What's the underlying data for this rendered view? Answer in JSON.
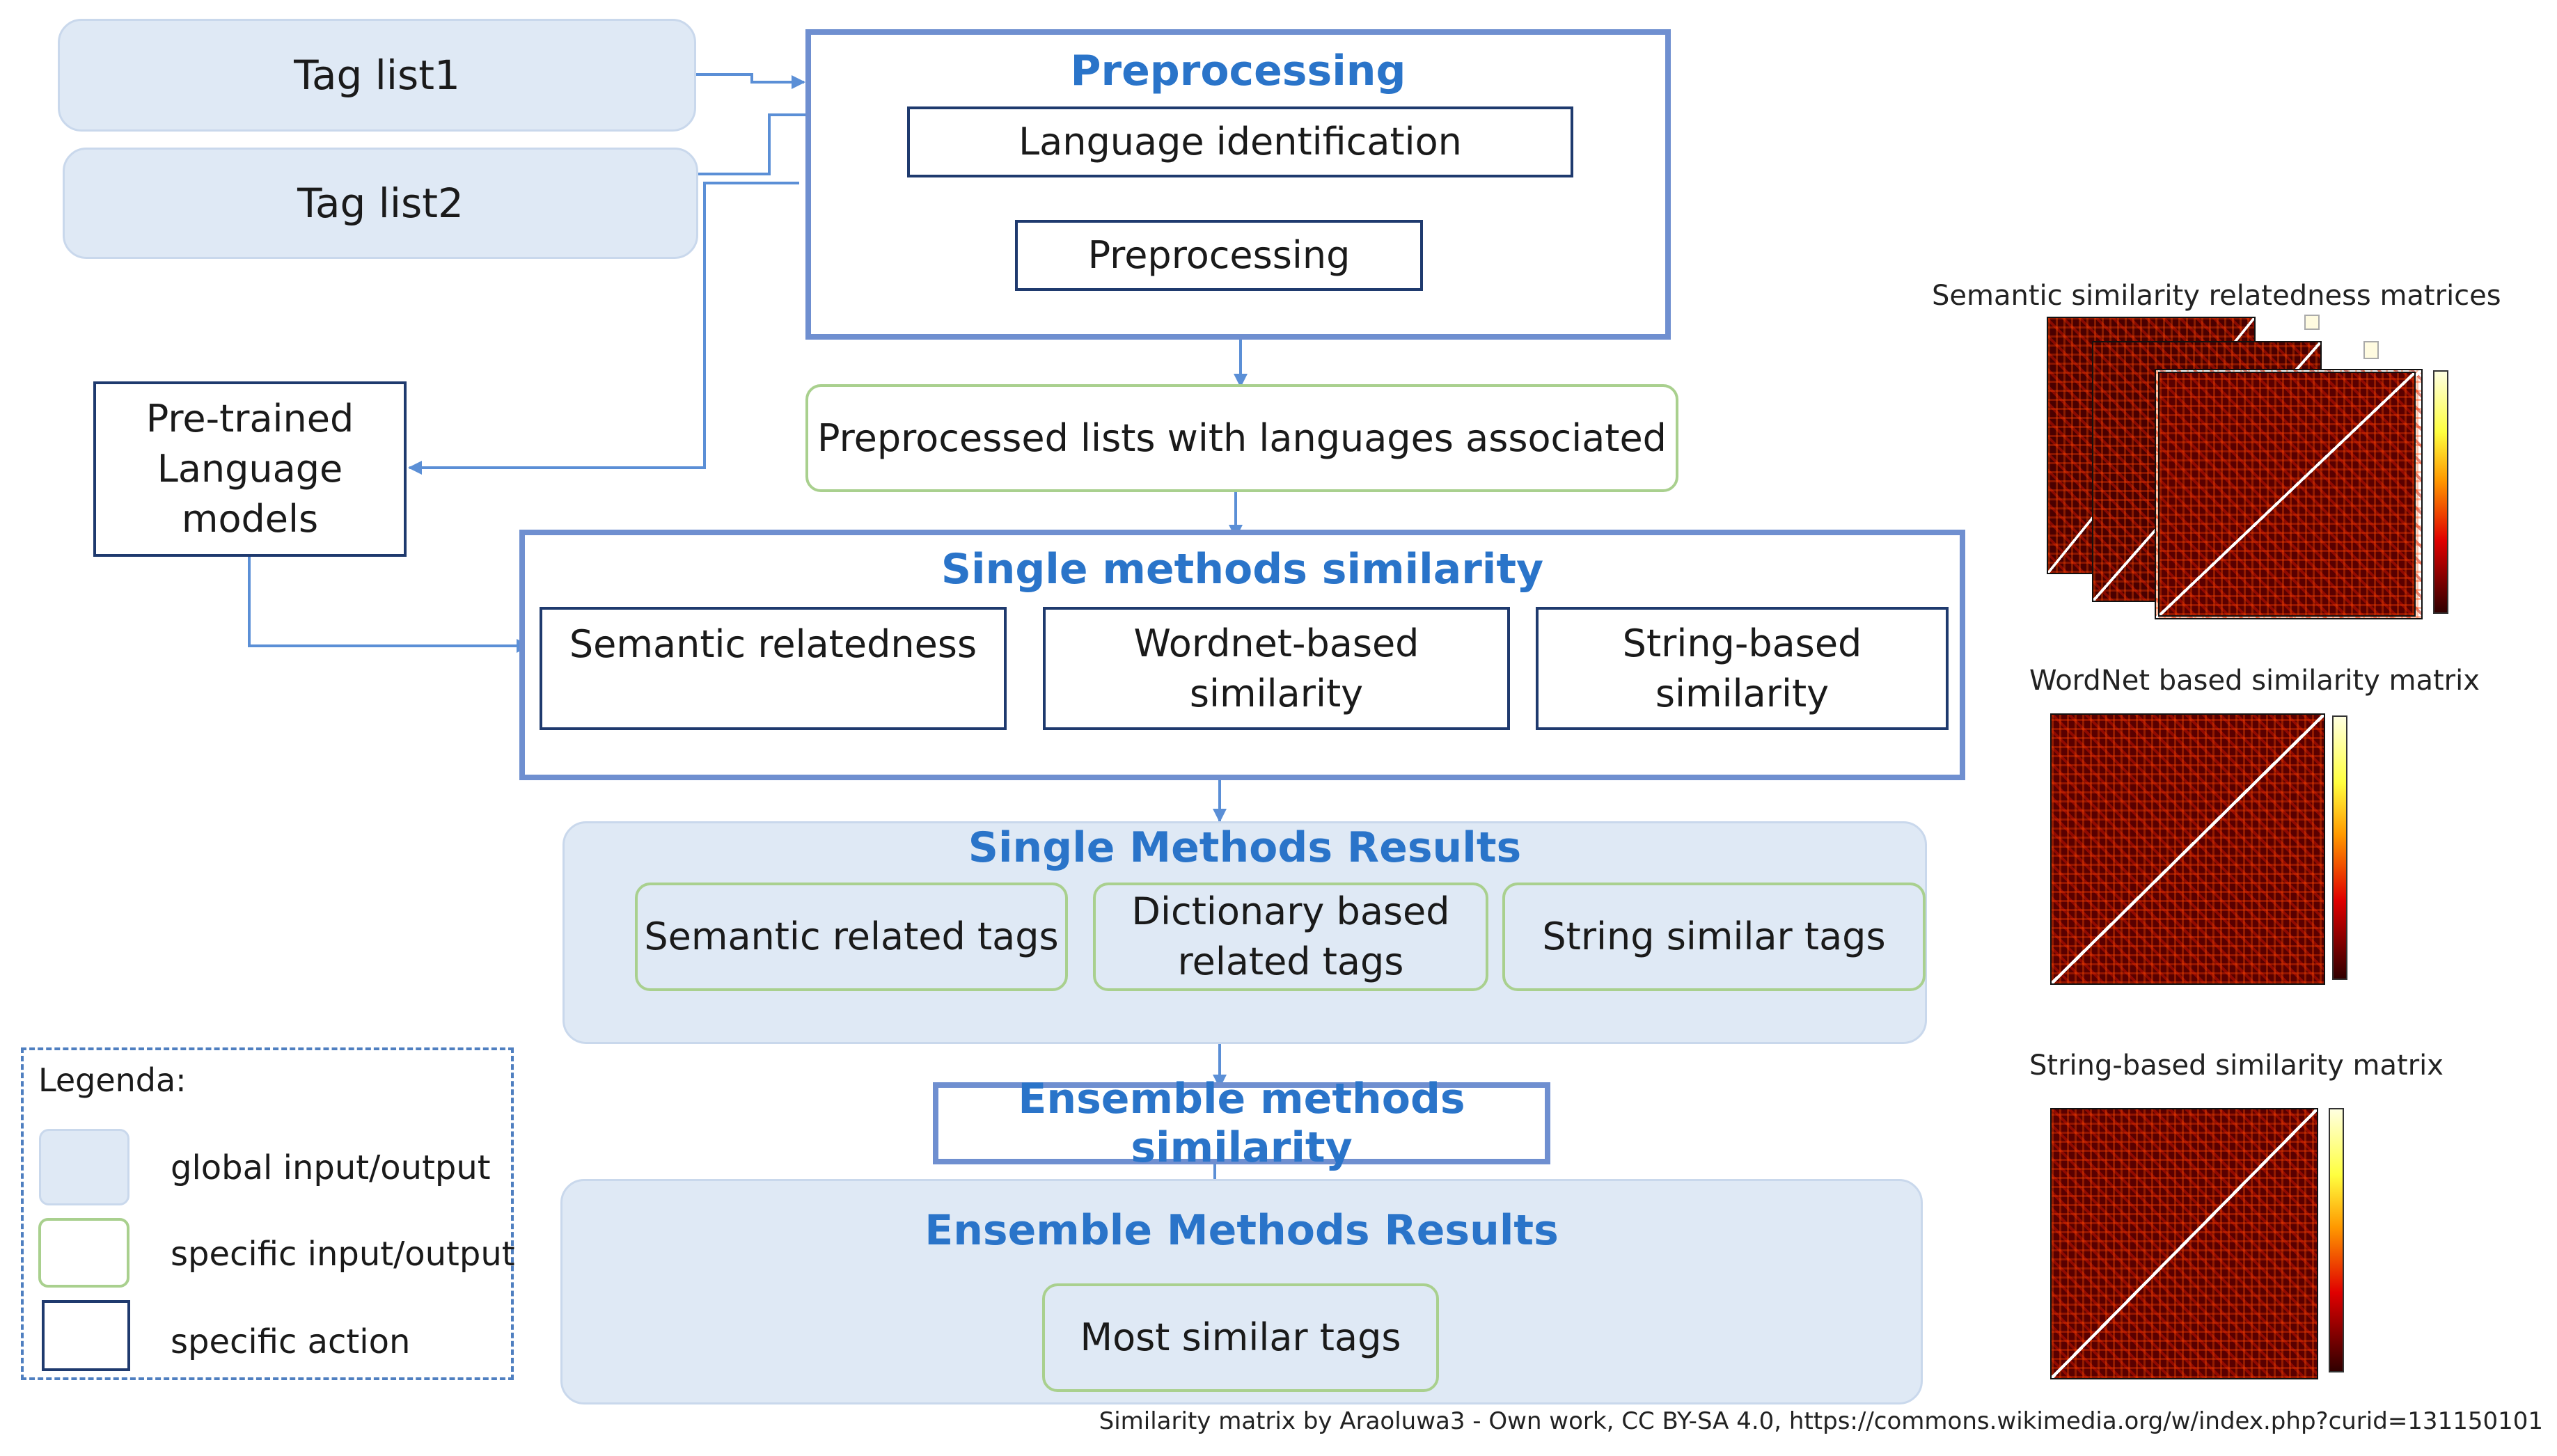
{
  "inputs": {
    "tag_list1": "Tag list1",
    "tag_list2": "Tag list2",
    "pretrained": "Pre-trained Language models"
  },
  "preprocessing": {
    "title": "Preprocessing",
    "language_identification": "Language identification",
    "preprocessing": "Preprocessing"
  },
  "preprocessed_lists": "Preprocessed lists with languages associated",
  "single_methods": {
    "title": "Single methods similarity",
    "semantic": "Semantic relatedness",
    "wordnet": "Wordnet-based similarity",
    "string": "String-based similarity"
  },
  "single_results": {
    "title": "Single Methods Results",
    "semantic_tags": "Semantic related tags",
    "dictionary_tags": "Dictionary based related tags",
    "string_tags": "String similar tags"
  },
  "ensemble": {
    "title": "Ensemble methods similarity"
  },
  "ensemble_results": {
    "title": "Ensemble Methods Results",
    "most_similar": "Most similar tags"
  },
  "legend": {
    "title": "Legenda:",
    "global": "global input/output",
    "specific": "specific input/output",
    "action": "specific action"
  },
  "matrices": {
    "semantic_caption": "Semantic similarity relatedness matrices",
    "wordnet_caption": "WordNet based similarity matrix",
    "string_caption": "String-based similarity matrix"
  },
  "credit": "Similarity matrix by Araoluwa3 - Own work, CC BY-SA 4.0, https://commons.wikimedia.org/w/index.php?curid=131150101",
  "colors": {
    "global_fill": "#dfe9f5",
    "specific_border": "#a9d08e",
    "action_border": "#1f3a6e",
    "frame_border": "#6f8fd0",
    "title_text": "#2a74c9",
    "arrow": "#5b8fd6"
  }
}
